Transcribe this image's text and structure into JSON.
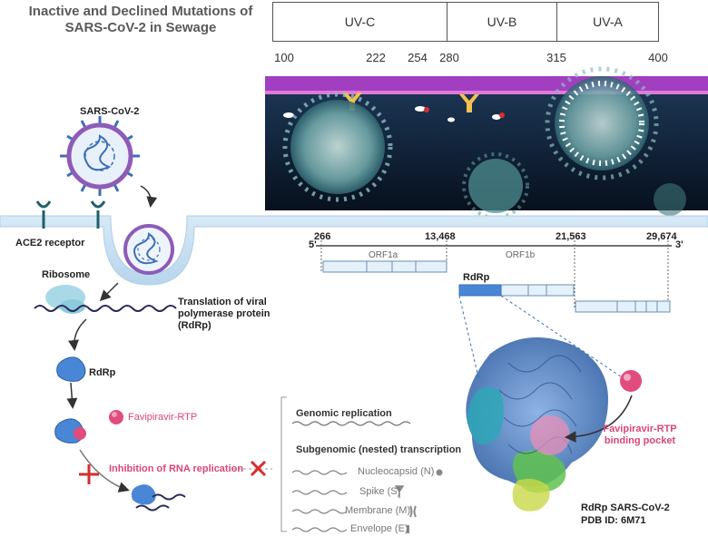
{
  "title": "Inactive and Declined Mutations of SARS-CoV-2 in Sewage",
  "uv_bands": [
    {
      "label": "UV-C"
    },
    {
      "label": "UV-B"
    },
    {
      "label": "UV-A"
    }
  ],
  "uv_ticks": [
    "100",
    "222",
    "254",
    "280",
    "315",
    "400"
  ],
  "labels": {
    "virus": "SARS-CoV-2",
    "ace2": "ACE2 receptor",
    "ribosome": "Ribosome",
    "translation": "Translation of viral polymerase protein (RdRp)",
    "rdrp1": "RdRp",
    "favipiravir": "Favipiravir-RTP",
    "inhibition": "Inhibition of RNA replication",
    "binding_pocket": "Favipiravir-RTP binding pocket",
    "structure_name": "RdRp SARS-CoV-2",
    "pdb": "PDB ID: 6M71"
  },
  "genome": {
    "five_prime": "5'",
    "three_prime": "3'",
    "positions": [
      "266",
      "13,468",
      "21,563",
      "29,674"
    ],
    "orf1a": "ORF1a",
    "orf1b": "ORF1b",
    "rdrp": "RdRp"
  },
  "transcription": {
    "genomic": "Genomic replication",
    "subgenomic": "Subgenomic (nested) transcription",
    "items": [
      "Nucleocapsid (N)",
      "Spike (S)",
      "Membrane (M)",
      "Envelope (E)"
    ]
  },
  "colors": {
    "virus_blue": "#3b6fb8",
    "favipiravir_pink": "#d9467a",
    "inhibition_red": "#d62d2d",
    "orf_fill": "#e4f1fb",
    "rdrp_fill": "#4a86d6"
  }
}
